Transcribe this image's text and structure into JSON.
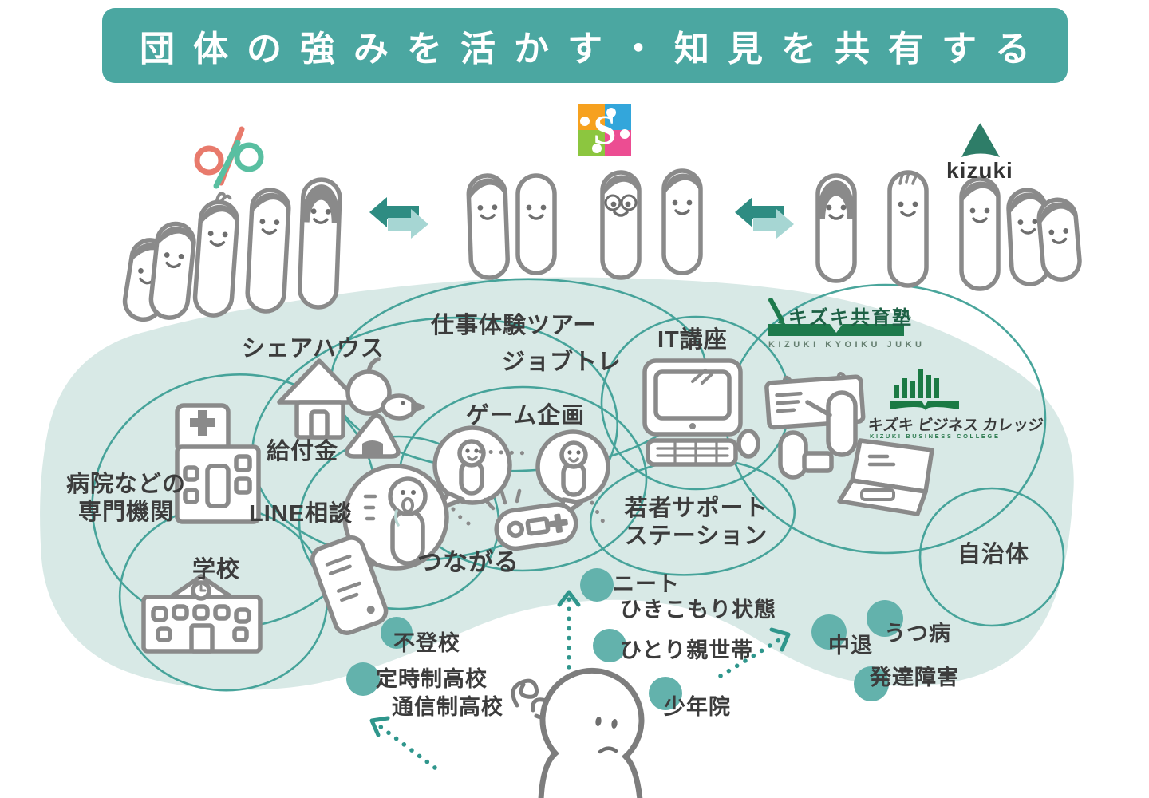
{
  "banner": {
    "title": "団体の強みを活かす・知見を共有する"
  },
  "logos": {
    "puzzle": {
      "letter": "S"
    },
    "kizuki": {
      "wordmark": "kizuki"
    },
    "kizuki_kyoiku_juku": {
      "jp": "キズキ共育塾",
      "en": "KIZUKI KYOIKU JUKU"
    },
    "kizuki_business_college": {
      "jp": "キズキ ビジネス カレッジ",
      "en": "KIZUKI BUSINESS COLLEGE"
    }
  },
  "areas": {
    "share_house": "シェアハウス",
    "work_experience_tour": "仕事体験ツアー",
    "job_training": "ジョブトレ",
    "it_course": "IT講座",
    "game_planning": "ゲーム企画",
    "benefits": "給付金",
    "line_consultation": "LINE相談",
    "hospital_line1": "病院などの",
    "hospital_line2": "専門機関",
    "youth_support_line1": "若者サポート",
    "youth_support_line2": "ステーション",
    "municipality": "自治体",
    "school": "学校",
    "connect": "つながる"
  },
  "situations": {
    "neet": "ニート",
    "hikikomori": "ひきこもり状態",
    "single_parent": "ひとり親世帯",
    "school_refusal": "不登校",
    "part_time_hs": "定時制高校",
    "correspondence_hs": "通信制高校",
    "juvenile_detention": "少年院",
    "dropout": "中退",
    "depression": "うつ病",
    "developmental_disorder": "発達障害"
  },
  "colors": {
    "banner_teal": "#4BA7A1",
    "blob": "#D8E9E6",
    "circle_outline": "#3FA096",
    "dot_teal": "#63B2AC",
    "arrow_dark": "#2E8C82",
    "arrow_light": "#A6D6D3",
    "illustration_gray": "#8A8A8A",
    "text_dark": "#3C3C3C",
    "kizuki_green": "#2E7D68",
    "juku_green": "#1E7A4C",
    "dp_coral": "#E87A6C",
    "dp_mint": "#59BFA1",
    "puzzle_orange": "#F6A11F",
    "puzzle_blue": "#33A6DB",
    "puzzle_green": "#8CC63F",
    "puzzle_pink": "#EC4D92"
  }
}
